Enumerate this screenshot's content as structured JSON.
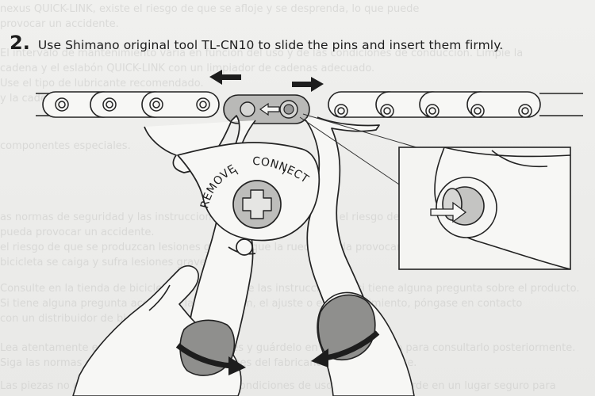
{
  "step": {
    "number": "2.",
    "instruction": "Use Shimano original tool TL-CN10 to slide the pins and insert them firmly."
  },
  "tool": {
    "remove_label": "REMOVE",
    "connect_label": "CONNECT"
  },
  "background_text": [
    "nexus QUICK-LINK, existe el riesgo de que se afloje y se desprenda, lo que puede",
    "provocar un accidente.",
    "El intervalo de mantenimiento varía en función del uso y de las condiciones de conducción. Limpie la",
    "cadena y el eslabón QUICK-LINK con un limpiador de cadenas adecuado.",
    "Use el tipo de lubricante recomendado.",
    "y la cadena con un trapo seco.",
    "",
    "",
    "componentes especiales.",
    "",
    "as normas de seguridad y las instrucciones del fabricante. Existe el riesgo de que",
    "pueda provocar un accidente.",
    "el riesgo de que se produzcan lesiones graves y que la rueda pueda provocar que la",
    "bicicleta se caiga y sufra lesiones graves.",
    "",
    "Consulte en la tienda de bicicletas si no entiende las instrucciones o si tiene alguna pregunta sobre el producto.",
    "Si tiene alguna pregunta acerca de la instalación, el ajuste o el mantenimiento, póngase en contacto",
    "con un distribuidor de bicicletas.",
    "",
    "Lea atentamente este manual de instrucciones y guárdelo en un lugar seguro para consultarlo posteriormente.",
    "Siga las normas de seguridad y las instrucciones del fabricante del componente.",
    "Las piezas no están diseñadas para soportar condiciones de uso extremas. Guarde en un lugar seguro para"
  ],
  "colors": {
    "paper": "#ececea",
    "ink": "#1d1d1d",
    "highlight": "#c9c9c7"
  }
}
